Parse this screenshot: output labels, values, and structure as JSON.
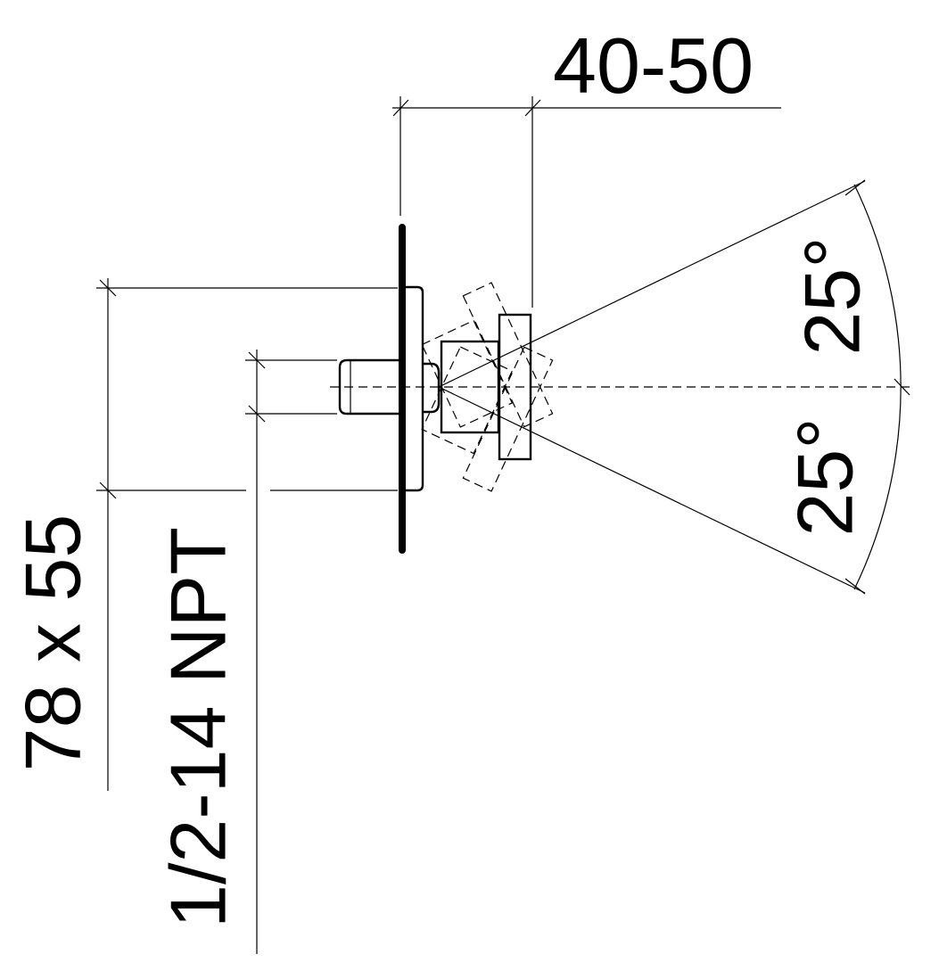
{
  "drawing": {
    "dim_depth": "40-50",
    "dim_rosette": "78 x 55",
    "dim_thread": "1/2-14 NPT",
    "angle_up": "25°",
    "angle_down": "25°"
  },
  "colors": {
    "line": "#000000",
    "background": "#ffffff"
  }
}
